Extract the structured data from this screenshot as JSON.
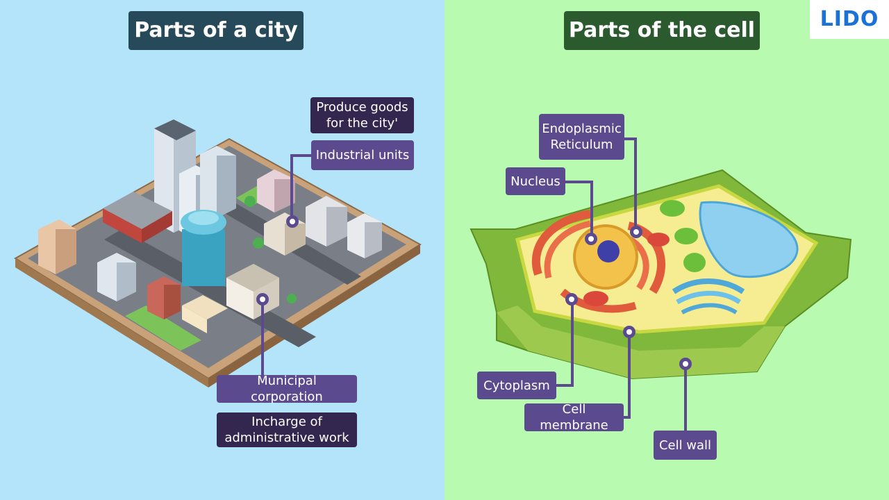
{
  "left_panel": {
    "title": "Parts of a city",
    "labels": {
      "produce_goods": "Produce goods\nfor the city'",
      "industrial_units": "Industrial units",
      "municipal_corporation": "Municipal corporation",
      "incharge": "Incharge of\nadministrative work"
    }
  },
  "right_panel": {
    "title": "Parts of the cell",
    "labels": {
      "endoplasmic_reticulum": "Endoplasmic\nReticulum",
      "nucleus": "Nucleus",
      "cytoplasm": "Cytoplasm",
      "cell_membrane": "Cell membrane",
      "cell_wall": "Cell wall"
    }
  },
  "logo": "LIDO",
  "colors": {
    "left_bg": "#b3e4fa",
    "right_bg": "#b8fbb0",
    "label_purple": "#5c4a8e",
    "label_dark": "#33264f",
    "city_title_bg": "#264a59",
    "cell_title_bg": "#2c5a2f",
    "logo_blue": "#1a72d9"
  }
}
